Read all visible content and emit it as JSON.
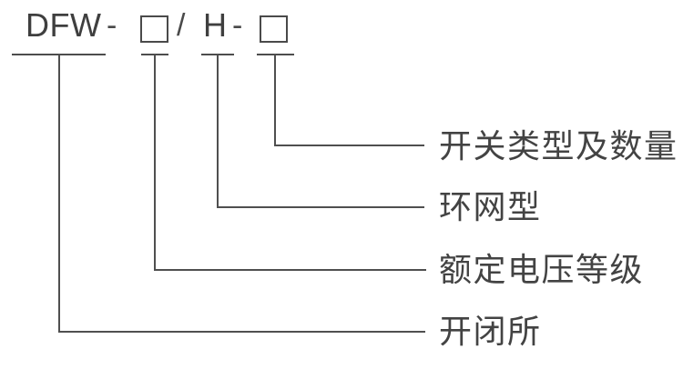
{
  "diagram": {
    "title_meaning": "DFW model designation diagram",
    "formula": {
      "code": "DFW",
      "sep1": "-",
      "sep2": "/",
      "type_code": "H",
      "sep3": "-",
      "box_symbol": "placeholder-box"
    },
    "labels": {
      "switch_type": "开关类型及数量",
      "ring_network": "环网型",
      "voltage": "额定电压等级",
      "station": "开闭所"
    },
    "colors": {
      "background": "#ffffff",
      "line": "#4f4f4f",
      "text": "#3f3f3f"
    }
  }
}
